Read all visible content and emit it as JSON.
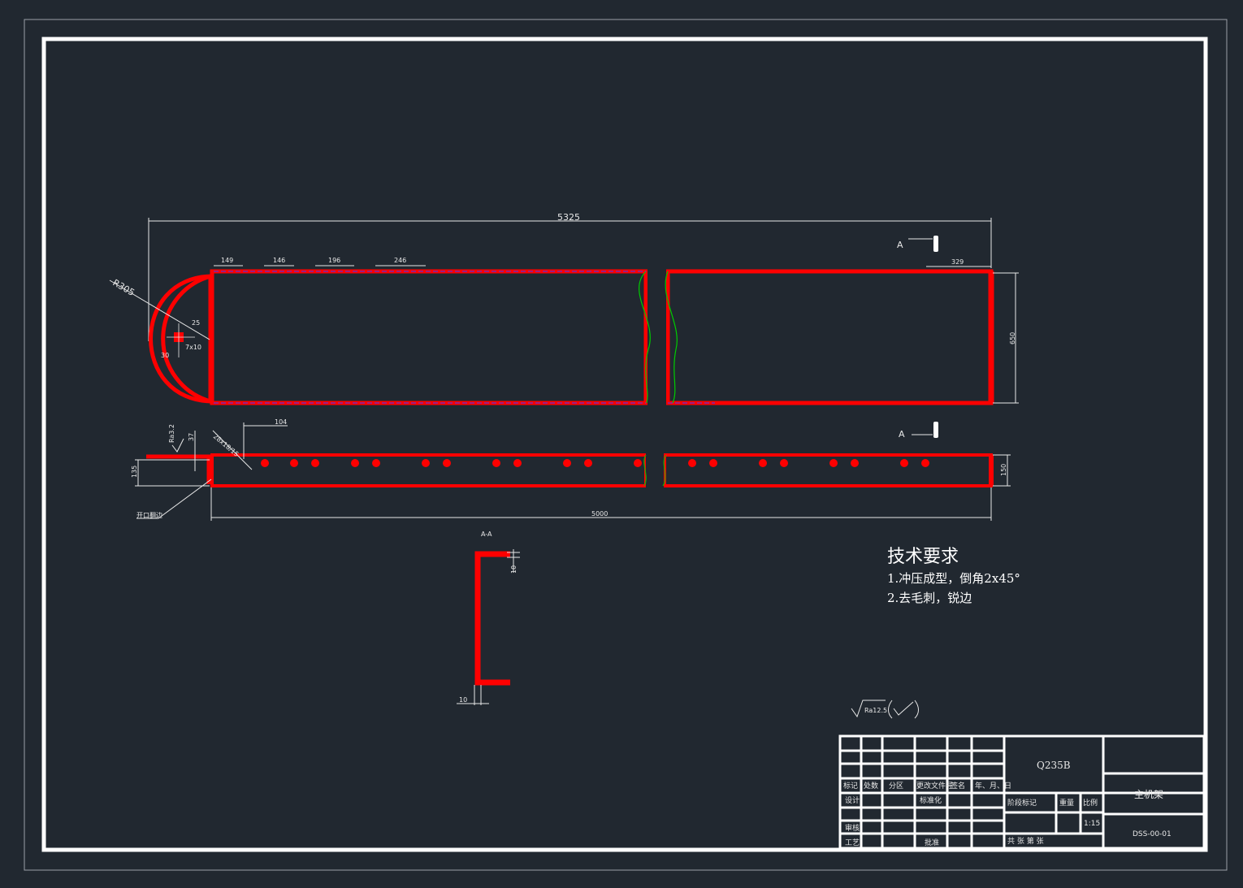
{
  "dimensions": {
    "overall_length": "5325",
    "pitch_1": "149",
    "pitch_2": "146",
    "pitch_3": "196",
    "pitch_4": "246",
    "end_offset": "329",
    "height": "650",
    "radius": "R305",
    "small_1": "25",
    "small_2": "30",
    "small_3": "7x10",
    "roughness_1": "Ra3.2",
    "dim_37": "37",
    "hole_spec": "28x18/15",
    "dim_104": "104",
    "dim_135": "135",
    "dim_150": "150",
    "length_5000": "5000",
    "weld_note": "开口翻边",
    "section_wall": "10",
    "section_flange": "10"
  },
  "section_labels": {
    "top": "A",
    "bottom": "A",
    "section_title": "A-A"
  },
  "technical_requirements": {
    "title": "技术要求",
    "items": [
      "1.冲压成型，倒角2x45°",
      "2.去毛刺，锐边"
    ]
  },
  "surface_finish": {
    "symbol_label": "Ra12.5"
  },
  "title_block": {
    "material": "Q235B",
    "part_name": "主机架",
    "drawing_number": "DSS-00-01",
    "scale": "1:15",
    "scale_label": "比例",
    "weight_label": "重量",
    "stage_label": "阶段标记",
    "sheet_label": "共  张  第  张",
    "rev_headers": [
      "标记",
      "处数",
      "分区",
      "更改文件号",
      "签名",
      "年、月、日"
    ],
    "designer_label": "设计",
    "standard_label": "标准化",
    "reviewer_label": "审核",
    "process_label": "工艺",
    "approve_label": "批准"
  },
  "colors": {
    "background": "#212830",
    "frame": "#ffffff",
    "part": "#ff0000",
    "hidden": "#3a3aff",
    "break": "#00cc00",
    "dim": "#e8e8e8"
  }
}
